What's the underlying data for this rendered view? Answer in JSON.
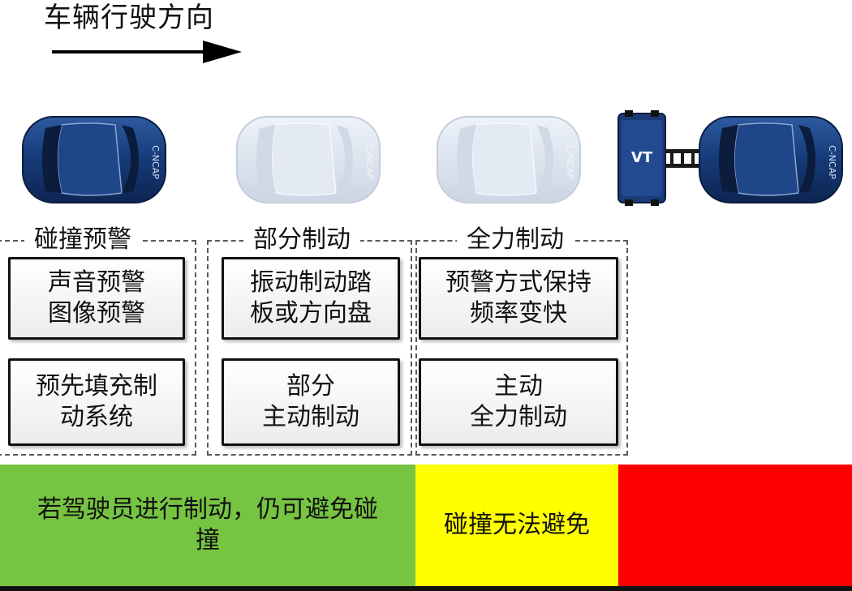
{
  "header": {
    "direction_title": "车辆行驶方向"
  },
  "vehicles": {
    "car_label": "C-NCAP",
    "target_label": "VT"
  },
  "stages": [
    {
      "title": "碰撞预警",
      "boxes": [
        [
          "声音预警",
          "图像预警"
        ],
        [
          "预先填充制",
          "动系统"
        ]
      ]
    },
    {
      "title": "部分制动",
      "boxes": [
        [
          "振动制动踏",
          "板或方向盘"
        ],
        [
          "部分",
          "主动制动"
        ]
      ]
    },
    {
      "title": "全力制动",
      "boxes": [
        [
          "预警方式保持",
          "频率变快"
        ],
        [
          "主动",
          "全力制动"
        ]
      ]
    }
  ],
  "bands": {
    "green": {
      "text_line1": "若驾驶员进行制动，仍可避免碰",
      "text_line2": "撞",
      "color": "#77c442"
    },
    "yellow": {
      "text": "碰撞无法避免",
      "color": "#ffff00"
    },
    "red": {
      "color": "#ff0000"
    }
  },
  "colors": {
    "car_blue": "#1a3e7a",
    "ghost_car": "#dfe6f0"
  }
}
